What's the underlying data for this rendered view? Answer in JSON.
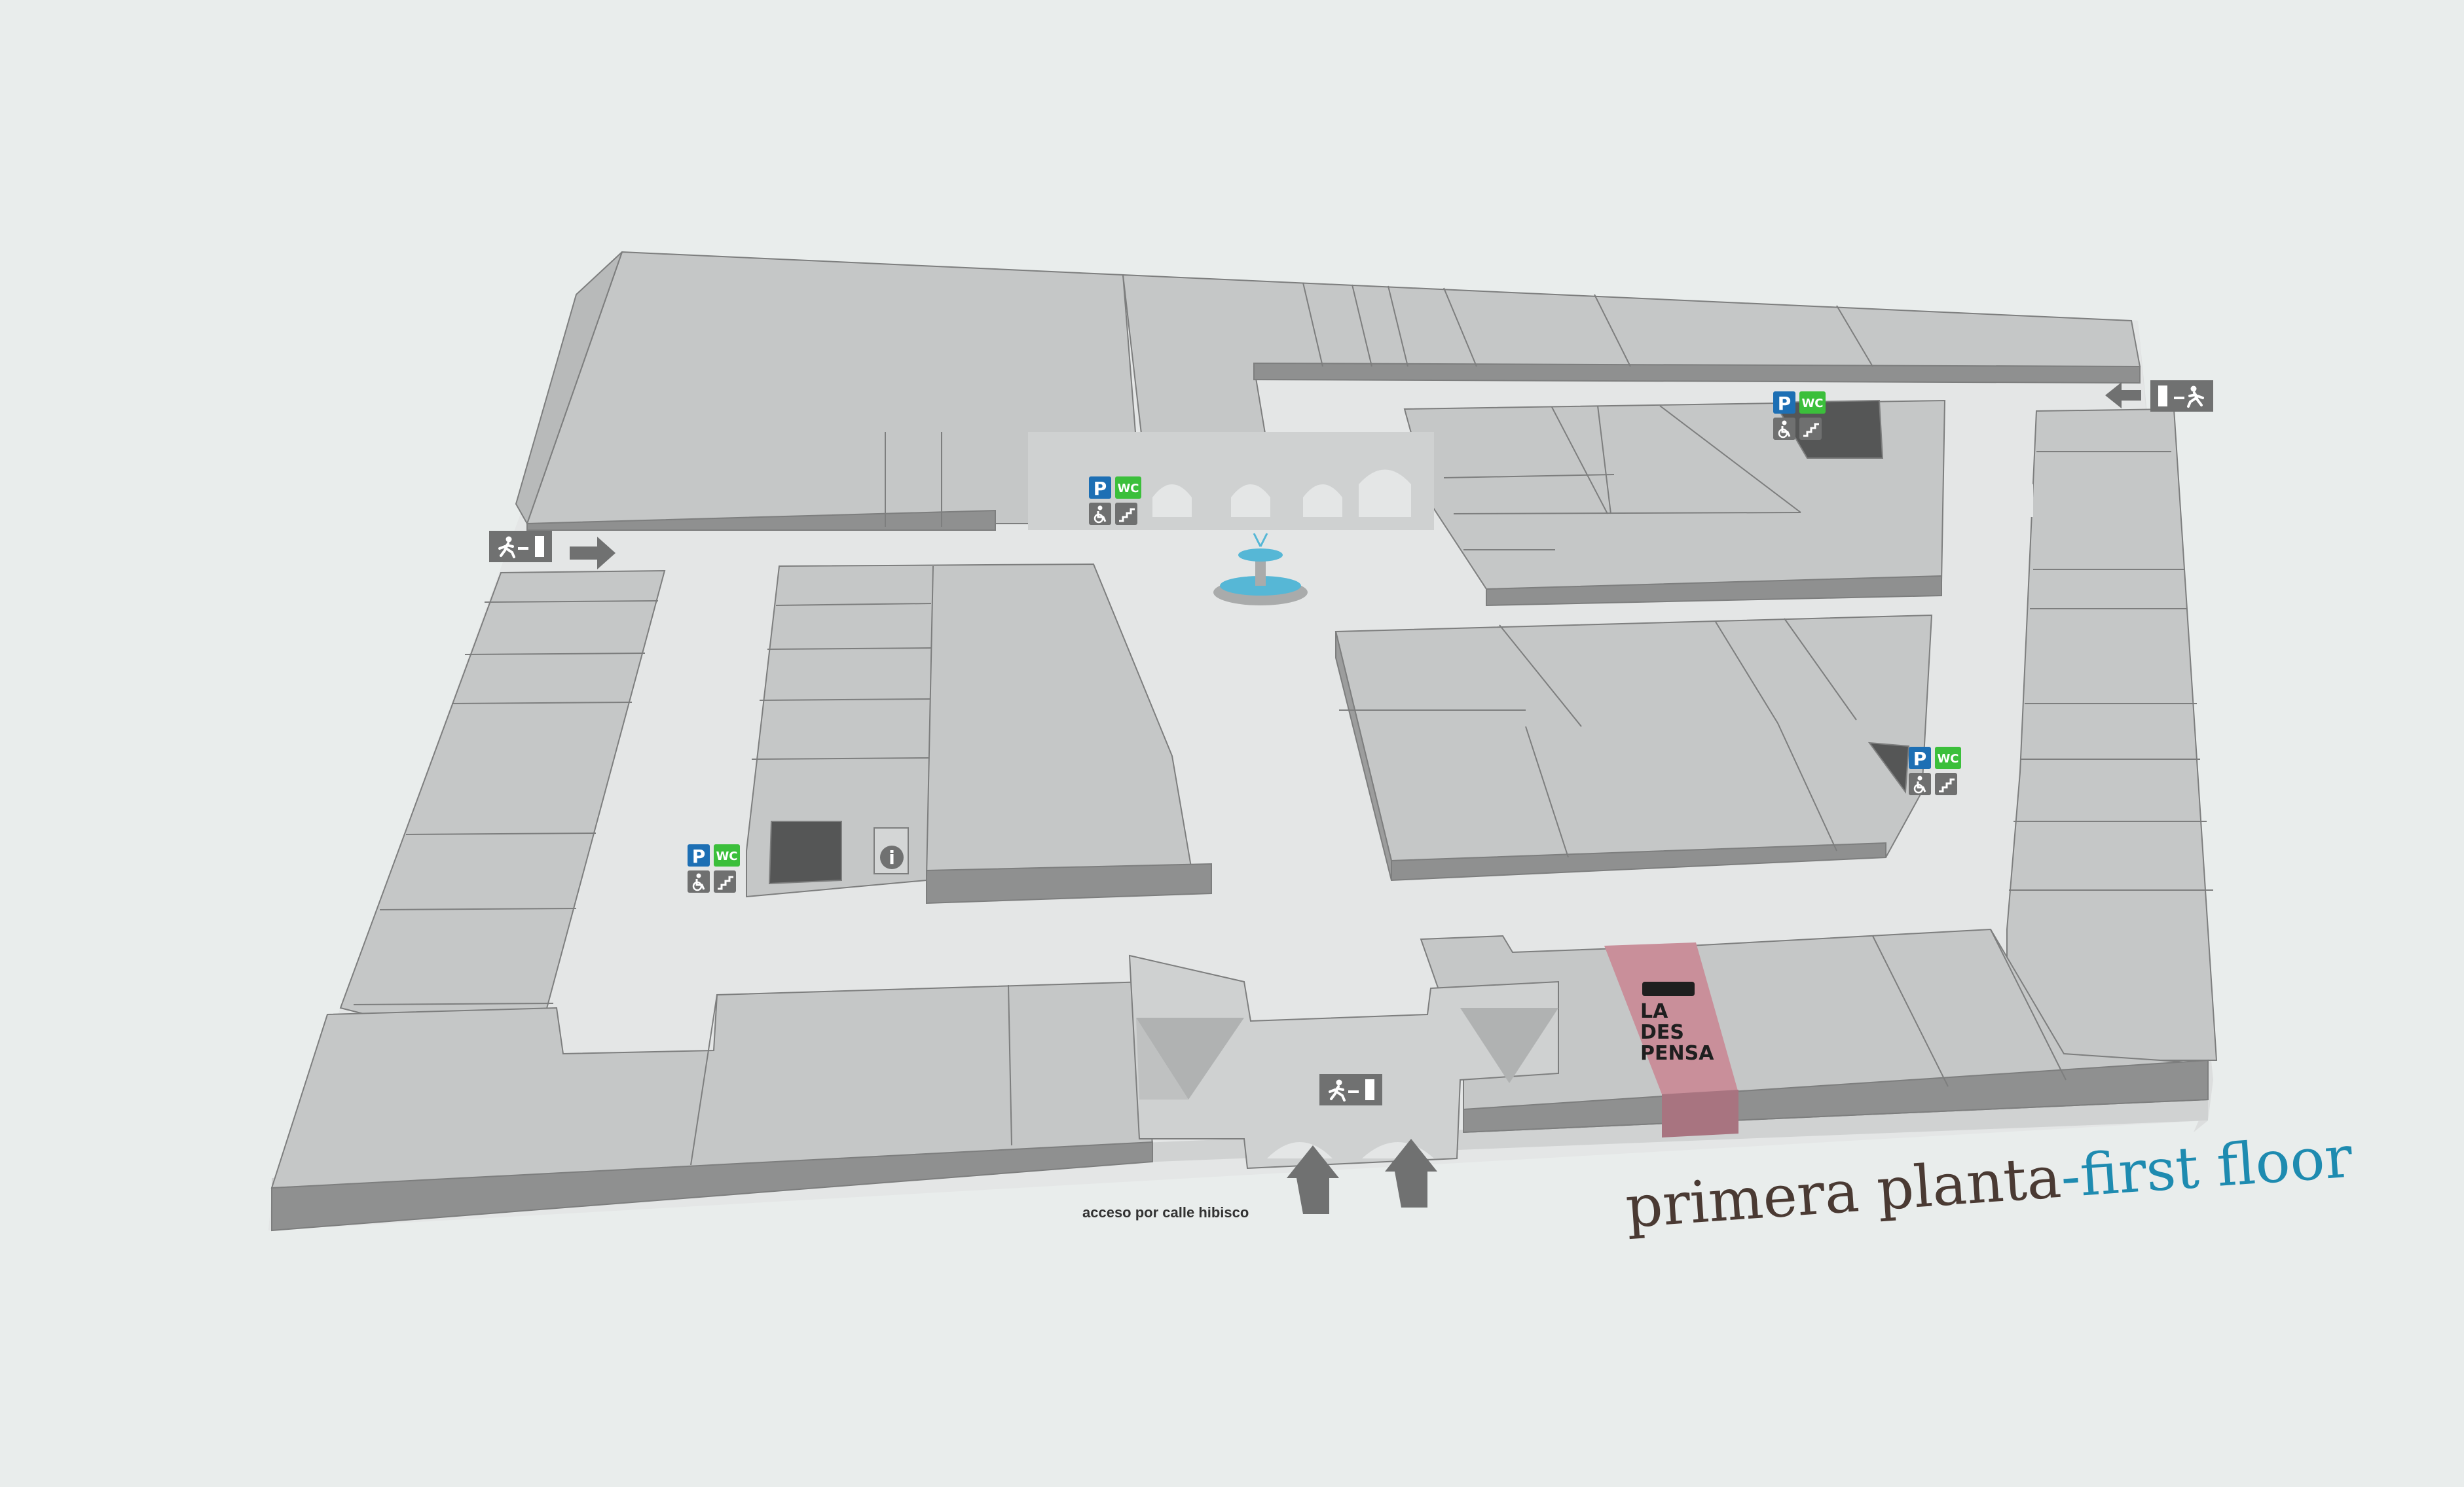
{
  "map": {
    "title": {
      "primary": "primera planta",
      "separator": "-",
      "secondary": "first floor",
      "primary_color": "#4a3a33",
      "secondary_color": "#1e8bb0"
    },
    "access_label": "acceso por calle hibisco",
    "icons": {
      "parking_letter": "P",
      "wc_label": "WC",
      "info_letter": "i"
    },
    "highlighted_store": {
      "logo_lines": [
        "LA",
        "DES",
        "PENSA"
      ],
      "highlight_color": "#c98f9a"
    },
    "colors": {
      "background": "#e9edec",
      "floor": "#e4e6e6",
      "block_top": "#c5c7c7",
      "block_side": "#8f9090",
      "parking_blue": "#1d6fb4",
      "wc_green": "#3bbf3b",
      "service_grey": "#6f7070",
      "arrow_grey": "#707171",
      "fountain_water": "#56b7d6"
    }
  }
}
